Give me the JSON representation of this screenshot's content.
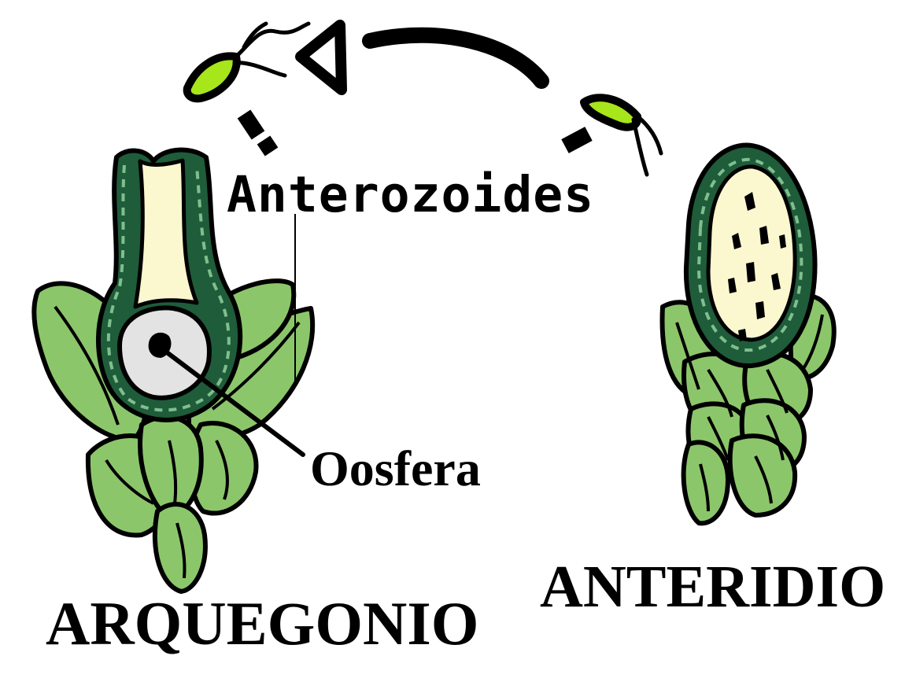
{
  "labels": {
    "anterozoides": "Anterozoides",
    "oosfera": "Oosfera",
    "anteridio": "ANTERIDIO",
    "arquegonio": "ARQUEGONIO"
  },
  "colors": {
    "leaf": "#8cc66b",
    "wall": "#1f5c3a",
    "canal": "#fbf7cf",
    "egg": "#e3e3e3",
    "sperm": "#a6e61a",
    "outline": "#000000"
  }
}
